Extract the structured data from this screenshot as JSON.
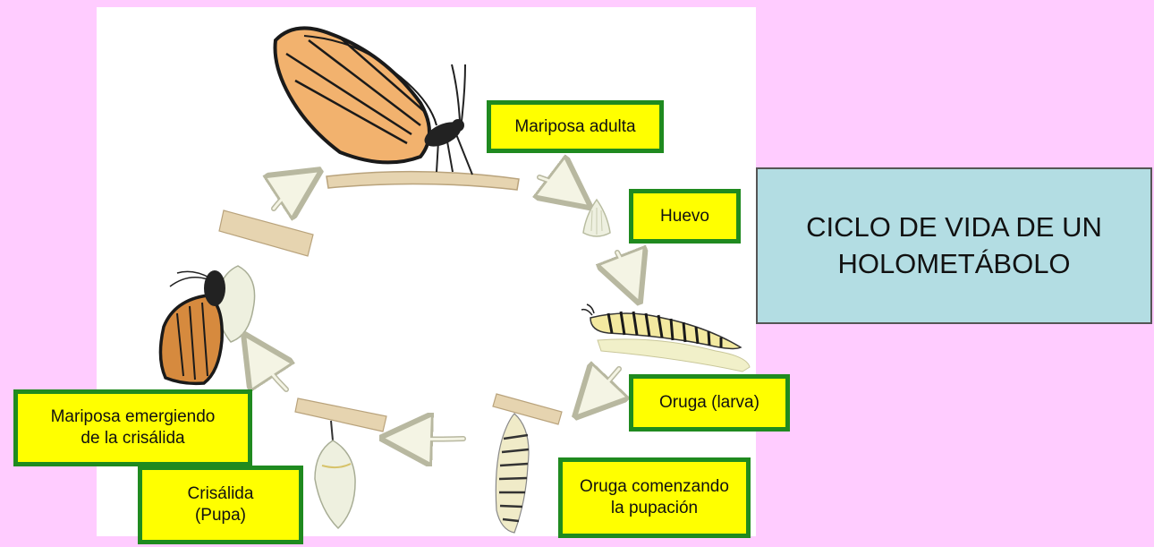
{
  "title": "CICLO DE VIDA DE UN\nHOLOMETÁBOLO",
  "stages": {
    "adult": "Mariposa adulta",
    "egg": "Huevo",
    "larva": "Oruga (larva)",
    "pupation": "Oruga comenzando\nla pupación",
    "pupa": "Crisálida\n(Pupa)",
    "emerging": "Mariposa emergiendo\nde la crisálida"
  },
  "colors": {
    "background": "#ffccff",
    "label_fill": "#ffff00",
    "label_border": "#1f8a1f",
    "title_fill": "#b3dde3",
    "wing_orange": "#f2b26e",
    "wing_veins": "#1a1a1a",
    "branch": "#e8d6b4"
  },
  "icons": [
    "butterfly-icon",
    "egg-icon",
    "caterpillar-icon",
    "pupating-caterpillar-icon",
    "chrysalis-icon",
    "emerging-butterfly-icon",
    "cycle-arrow-icon"
  ]
}
